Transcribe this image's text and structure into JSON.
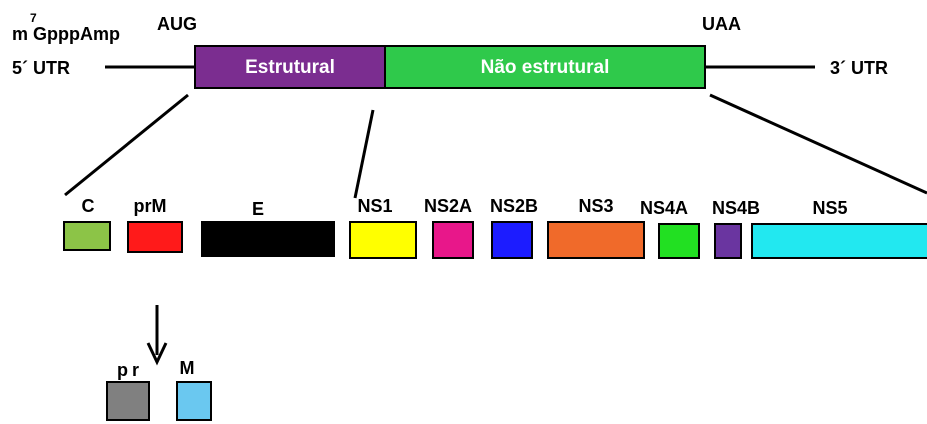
{
  "genome": {
    "cap_superscript": "7",
    "cap_label": "m GpppAmp",
    "utr5": "5´ UTR",
    "utr3": "3´ UTR",
    "start_codon": "AUG",
    "stop_codon": "UAA",
    "structural": {
      "label": "Estrutural",
      "color": "#7b2d90"
    },
    "nonstructural": {
      "label": "Não estrutural",
      "color": "#2fc94b"
    }
  },
  "proteins": [
    {
      "label": "C",
      "color": "#8cc447"
    },
    {
      "label": "prM",
      "color": "#ff1a1a"
    },
    {
      "label": "E",
      "color": "#000000"
    },
    {
      "label": "NS1",
      "color": "#ffff00"
    },
    {
      "label": "NS2A",
      "color": "#e8178a"
    },
    {
      "label": "NS2B",
      "color": "#1c1cff"
    },
    {
      "label": "NS3",
      "color": "#f06a2a"
    },
    {
      "label": "NS4A",
      "color": "#22e022"
    },
    {
      "label": "NS4B",
      "color": "#6a35a0"
    },
    {
      "label": "NS5",
      "color": "#22e8f0"
    }
  ],
  "cleavage": {
    "pr": {
      "label": "pr",
      "color": "#808080"
    },
    "m": {
      "label": "M",
      "color": "#6ac8f0"
    }
  }
}
